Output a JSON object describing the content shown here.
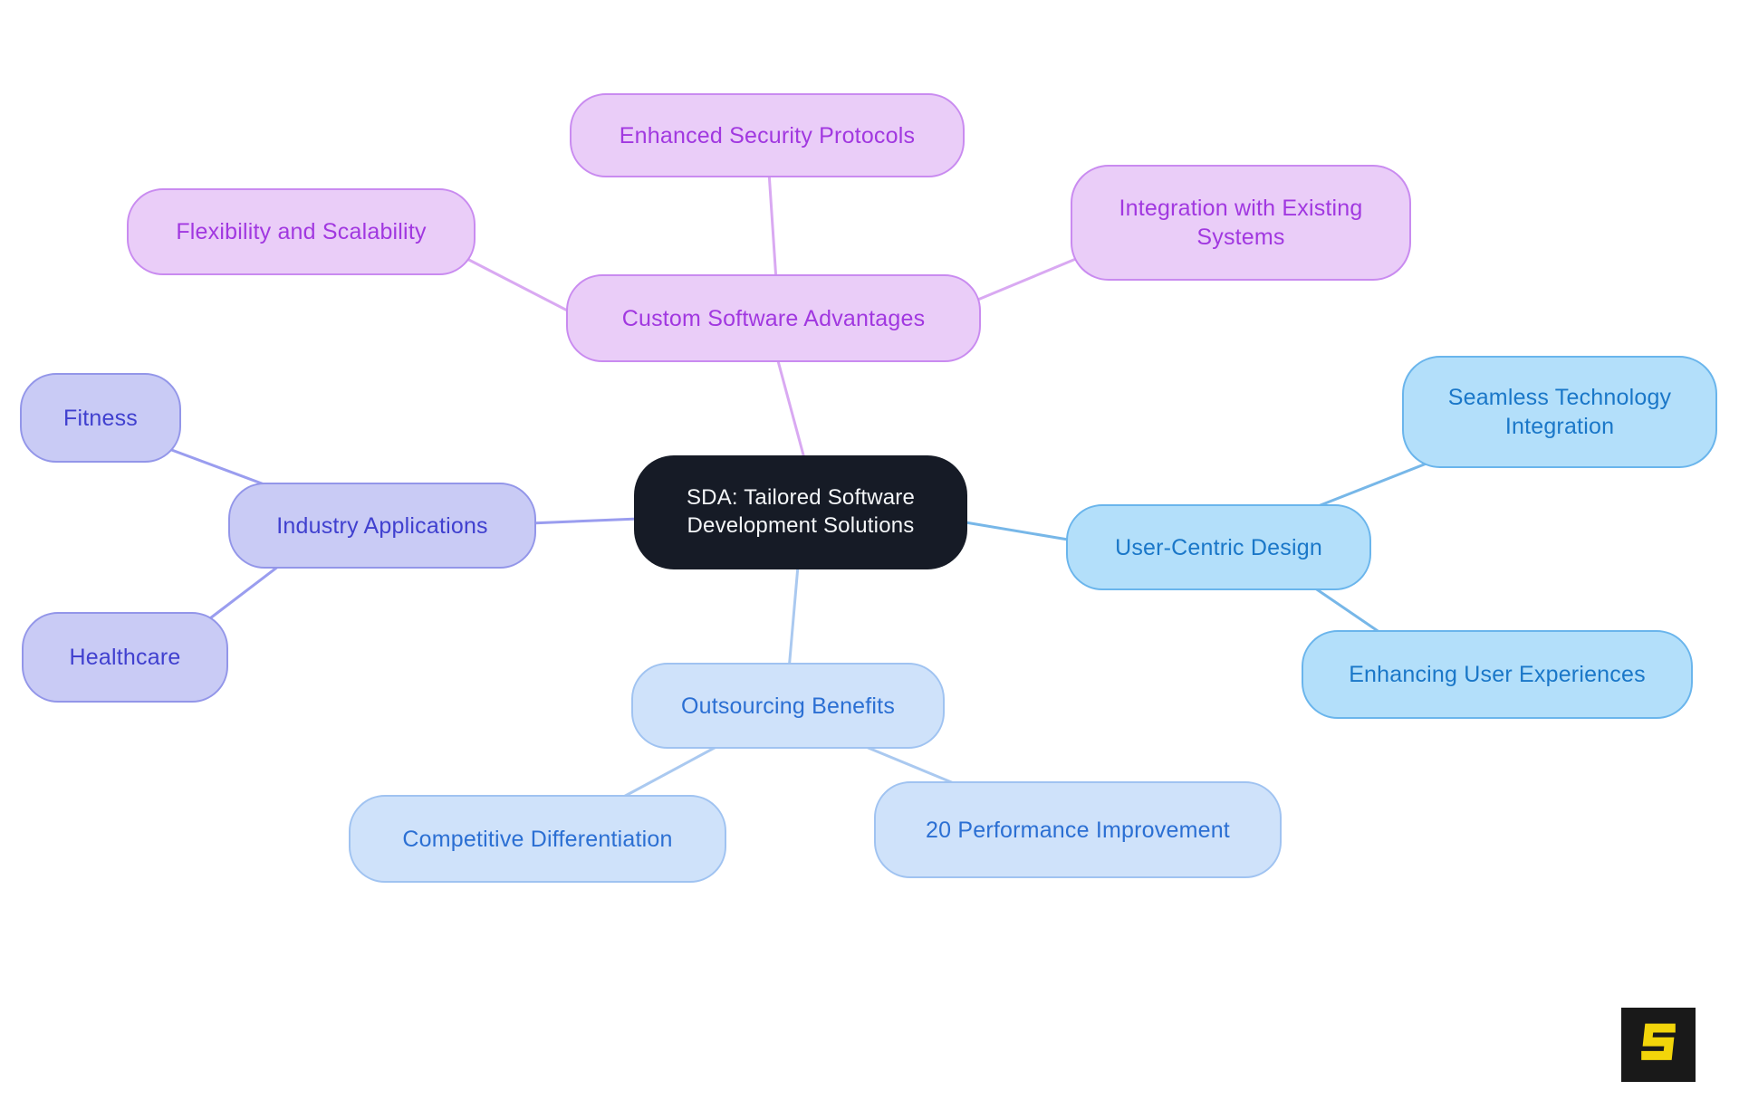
{
  "diagram": {
    "type": "mindmap",
    "central": {
      "label": "SDA: Tailored Software Development Solutions"
    },
    "branches": [
      {
        "label": "Custom Software Advantages",
        "theme": "purple",
        "children": [
          {
            "label": "Enhanced Security Protocols"
          },
          {
            "label": "Flexibility and Scalability"
          },
          {
            "label": "Integration with Existing Systems"
          }
        ]
      },
      {
        "label": "Industry Applications",
        "theme": "periwinkle",
        "children": [
          {
            "label": "Fitness"
          },
          {
            "label": "Healthcare"
          }
        ]
      },
      {
        "label": "User-Centric Design",
        "theme": "sky",
        "children": [
          {
            "label": "Seamless Technology Integration"
          },
          {
            "label": "Enhancing User Experiences"
          }
        ]
      },
      {
        "label": "Outsourcing Benefits",
        "theme": "powder",
        "children": [
          {
            "label": "Competitive Differentiation"
          },
          {
            "label": "20 Performance Improvement"
          }
        ]
      }
    ]
  },
  "palette": {
    "purple": {
      "fill": "#EACDF8",
      "border": "#C98BF0",
      "text": "#A138E0",
      "edge": "#D9A9F2"
    },
    "periwinkle": {
      "fill": "#C9CBF5",
      "border": "#9396E9",
      "text": "#4040CF",
      "edge": "#9A9DEF"
    },
    "sky": {
      "fill": "#B3DFFA",
      "border": "#6AB5EC",
      "text": "#1A77C8",
      "edge": "#77B7E8"
    },
    "powder": {
      "fill": "#CFE2FA",
      "border": "#A0C3F1",
      "text": "#2B6FD3",
      "edge": "#AAC9F0"
    },
    "central_bg": "#161B26",
    "central_text": "#F4F6F8",
    "background": "#FFFFFF"
  },
  "logo": {
    "letter": "S",
    "background": "#191919",
    "letter_color": "#F2D50A"
  }
}
